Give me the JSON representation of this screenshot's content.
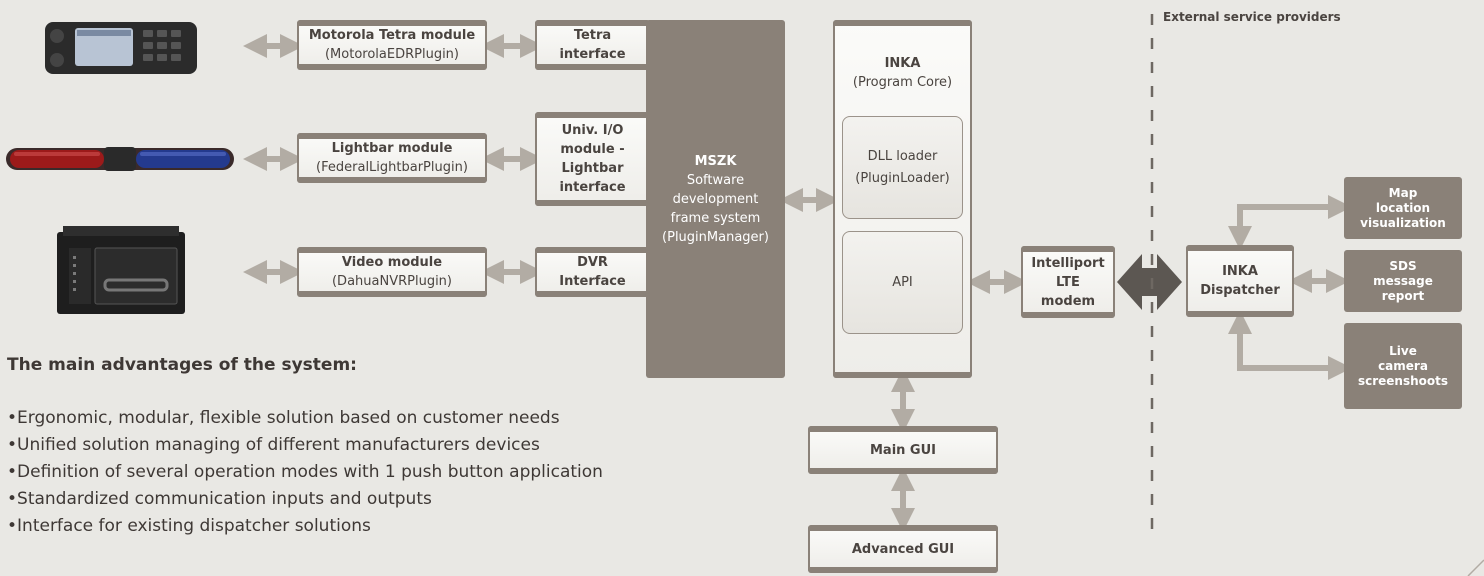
{
  "modules": {
    "tetra": {
      "name": "Motorola Tetra module",
      "plugin": "(MotorolaEDRPlugin)"
    },
    "lightbar": {
      "name": "Lightbar module",
      "plugin": "(FederalLightbarPlugin)"
    },
    "video": {
      "name": "Video module",
      "plugin": "(DahuaNVRPlugin)"
    }
  },
  "interfaces": {
    "tetra": [
      "Tetra",
      "interface"
    ],
    "lightbar": [
      "Univ. I/O",
      "module -",
      "Lightbar",
      "interface"
    ],
    "dvr": [
      "DVR",
      "Interface"
    ]
  },
  "mszk": {
    "title": "MSZK",
    "lines": [
      "Software",
      "development",
      "frame system",
      "(PluginManager)"
    ]
  },
  "inka": {
    "title": "INKA",
    "subtitle": "(Program Core)",
    "dll_title": "DLL loader",
    "dll_sub": "(PluginLoader)",
    "api": "API"
  },
  "gui": {
    "main": "Main GUI",
    "advanced": "Advanced GUI"
  },
  "modem": [
    "Intelliport",
    "LTE",
    "modem"
  ],
  "external_label": "External service providers",
  "dispatcher": [
    "INKA",
    "Dispatcher"
  ],
  "services": {
    "map": [
      "Map",
      "location",
      "visualization"
    ],
    "sds": [
      "SDS",
      "message",
      "report"
    ],
    "camera": [
      "Live",
      "camera",
      "screenshoots"
    ]
  },
  "advantages": {
    "heading": "The main advantages of the system:",
    "items": [
      "Ergonomic, modular, flexible solution based on customer needs",
      "Unified solution managing of different manufacturers devices",
      "Definition of several operation modes with 1 push button application",
      "Standardized communication inputs and outputs",
      "Interface for existing dispatcher solutions"
    ]
  },
  "colors": {
    "background": "#e9e8e4",
    "frame": "#8a8178",
    "arrow": "#b2aca4",
    "dark_arrow": "#5c5752",
    "text": "#4a4440"
  }
}
